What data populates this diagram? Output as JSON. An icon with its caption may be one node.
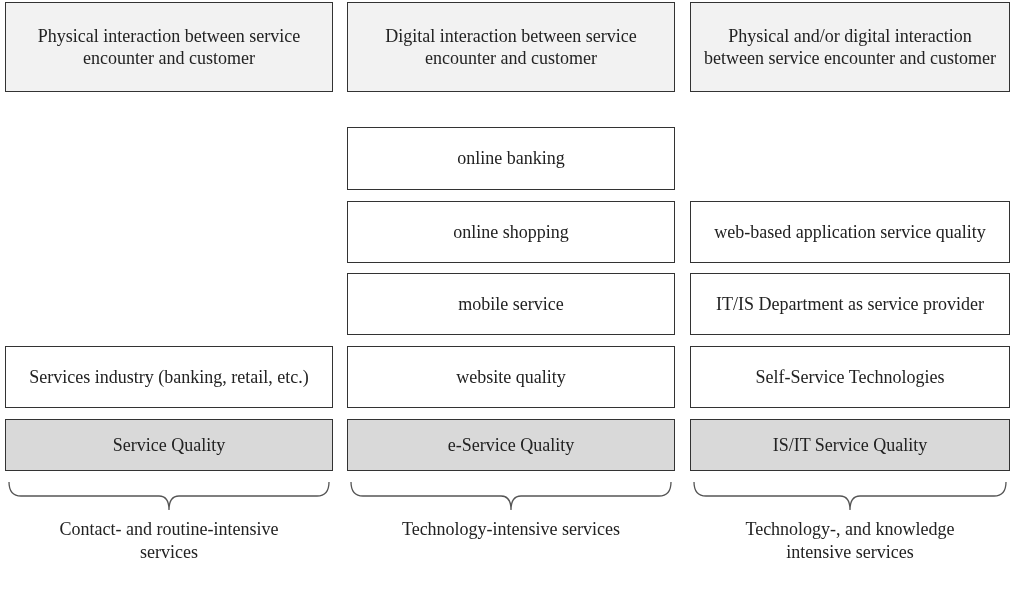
{
  "diagram": {
    "nodes": [
      {
        "text": [
          "Physical interaction between service encounter and customer"
        ]
      },
      {
        "text": [
          "Digital interaction between service encounter and customer"
        ]
      },
      {
        "text": [
          "Physical and/or digital interaction between service encounter and customer"
        ]
      },
      {
        "text": [
          "online banking"
        ]
      },
      {
        "text": [
          "online shopping"
        ]
      },
      {
        "text": [
          "web-based application service quality"
        ]
      },
      {
        "text": [
          "mobile service"
        ]
      },
      {
        "text": [
          "IT/IS Department as service provider"
        ]
      },
      {
        "text": [
          "Services industry (banking, retail, etc.)"
        ]
      },
      {
        "text": [
          "website quality"
        ]
      },
      {
        "text": [
          "Self-Service Technologies"
        ]
      },
      {
        "text": [
          "Service Quality"
        ]
      },
      {
        "text": [
          "e-Service Quality"
        ]
      },
      {
        "text": [
          "IS/IT Service Quality"
        ]
      }
    ],
    "labels": [
      "Contact- and routine-intensive services",
      "Technology-intensive services",
      "Technology-, and knowledge intensive services"
    ]
  }
}
